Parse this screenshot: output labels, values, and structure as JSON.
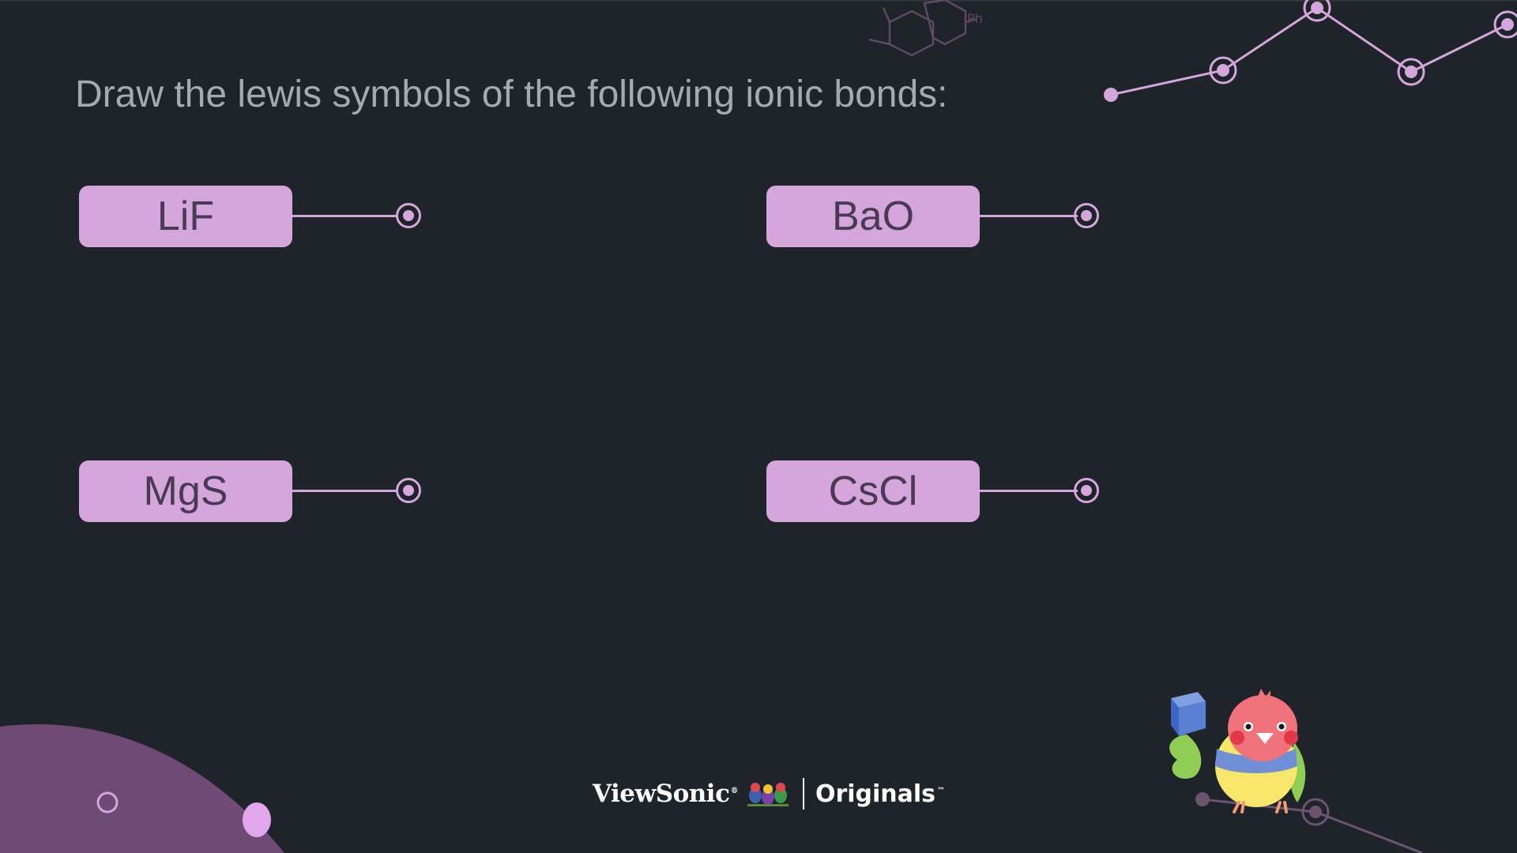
{
  "slide": {
    "title": "Draw the lewis symbols of the following ionic bonds:",
    "terms": [
      {
        "label": "LiF"
      },
      {
        "label": "BaO"
      },
      {
        "label": "MgS"
      },
      {
        "label": "CsCl"
      }
    ],
    "decor": {
      "molecule_label": "Ph"
    }
  },
  "brand": {
    "name": "ViewSonic",
    "registered": "®",
    "product": "Originals",
    "trademark": "™"
  },
  "colors": {
    "background": "#1f232a",
    "accent": "#d4a6dc",
    "label_text": "#4a3a54",
    "title_text": "#a6a9ae",
    "blob": "#6e4a75"
  },
  "icons": {
    "mascot": "parrot-mascot-icon",
    "birds": "viewsonic-birds-icon",
    "molecule": "molecule-structure-icon"
  }
}
